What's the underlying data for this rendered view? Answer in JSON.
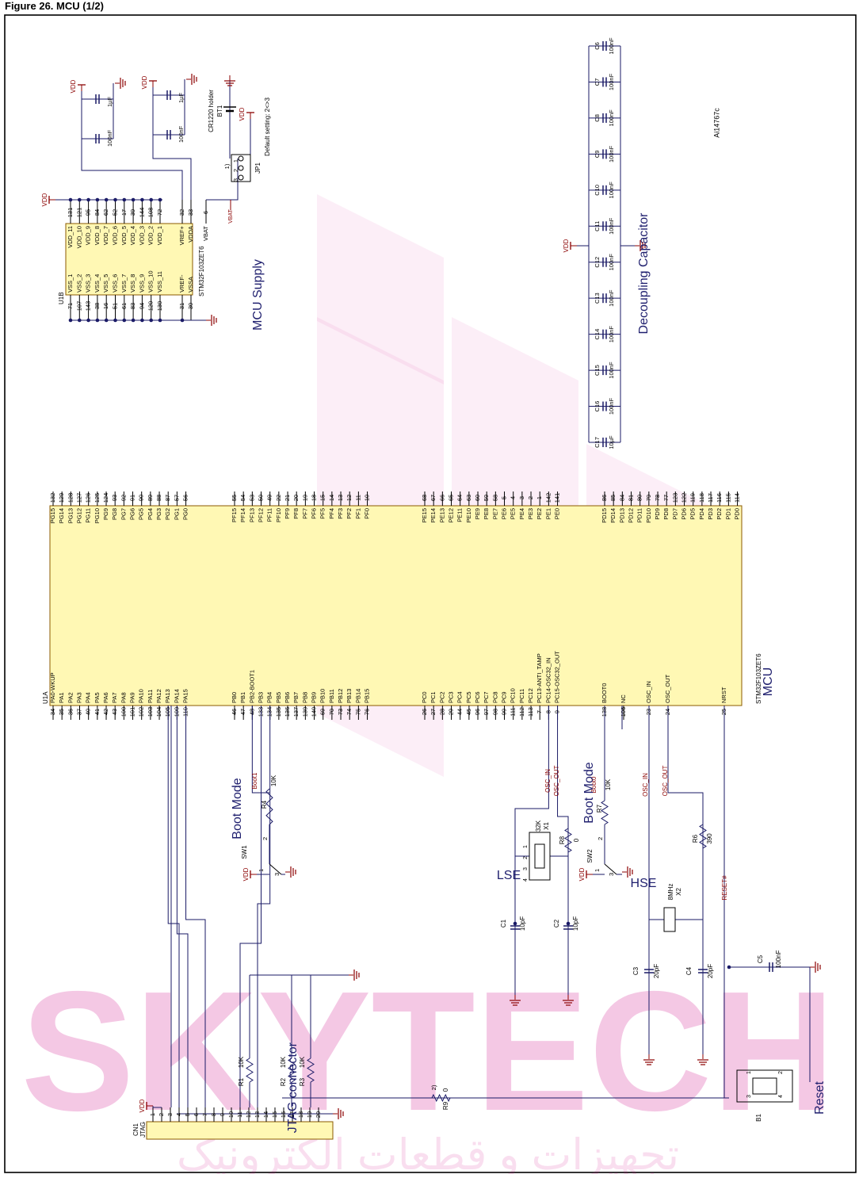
{
  "figure": {
    "title": "Figure 26. MCU (1/2)",
    "ref": "Ai14767c",
    "colors": {
      "wire": "#1a1a66",
      "netlabel": "#8b0000",
      "chip": "#fff8b4",
      "chipStroke": "#8b5a00",
      "title": "#1f1f6e",
      "watermark": "#d20a8a"
    }
  },
  "watermark": {
    "text": "SKYTECH",
    "subtext": "تجهیزات و قطعات الکترونیک"
  },
  "sections": {
    "supply": "MCU Supply",
    "decoupling": "Decoupling Capacitor",
    "mcu": "MCU",
    "jtag": "JTAG connector",
    "boot1": "Boot Mode",
    "boot0": "Boot Mode",
    "lse": "LSE",
    "hse": "HSE",
    "reset": "Reset"
  },
  "u1a": {
    "ref": "U1A",
    "part": "STM32F103ZET6",
    "left": [
      [
        "PA0-WKUP",
        "34"
      ],
      [
        "PA1",
        "35"
      ],
      [
        "PA2",
        "36"
      ],
      [
        "PA3",
        "37"
      ],
      [
        "PA4",
        "40"
      ],
      [
        "PA5",
        "41"
      ],
      [
        "PA6",
        "42"
      ],
      [
        "PA7",
        "43"
      ],
      [
        "PA8",
        "100"
      ],
      [
        "PA9",
        "101"
      ],
      [
        "PA10",
        "102"
      ],
      [
        "PA11",
        "103"
      ],
      [
        "PA12",
        "104"
      ],
      [
        "PA13",
        "105"
      ],
      [
        "PA14",
        "109"
      ],
      [
        "PA15",
        "110"
      ],
      [
        "PB0",
        "46"
      ],
      [
        "PB1",
        "47"
      ],
      [
        "PB2-BOOT1",
        "48"
      ],
      [
        "PB3",
        "133"
      ],
      [
        "PB4",
        "134"
      ],
      [
        "PB5",
        "135"
      ],
      [
        "PB6",
        "136"
      ],
      [
        "PB7",
        "137"
      ],
      [
        "PB8",
        "139"
      ],
      [
        "PB9",
        "140"
      ],
      [
        "PB10",
        "69"
      ],
      [
        "PB11",
        "70"
      ],
      [
        "PB12",
        "73"
      ],
      [
        "PB13",
        "74"
      ],
      [
        "PB14",
        "75"
      ],
      [
        "PB15",
        "76"
      ],
      [
        "PC0",
        "26"
      ],
      [
        "PC1",
        "27"
      ],
      [
        "PC2",
        "28"
      ],
      [
        "PC3",
        "29"
      ],
      [
        "PC4",
        "44"
      ],
      [
        "PC5",
        "45"
      ],
      [
        "PC6",
        "96"
      ],
      [
        "PC7",
        "97"
      ],
      [
        "PC8",
        "98"
      ],
      [
        "PC9",
        "99"
      ],
      [
        "PC10",
        "111"
      ],
      [
        "PC11",
        "112"
      ],
      [
        "PC12",
        "113"
      ],
      [
        "PC13-ANTI_TAMP",
        "7"
      ],
      [
        "PC14-OSC32_IN",
        "8"
      ],
      [
        "PC15-OSC32_OUT",
        "9"
      ],
      [
        "BOOT0",
        "138"
      ],
      [
        "NC",
        "106"
      ],
      [
        "OSC_IN",
        "23"
      ],
      [
        "OSC_OUT",
        "24"
      ],
      [
        "NRST",
        "25"
      ]
    ],
    "right": [
      [
        "PG15",
        "132"
      ],
      [
        "PG14",
        "129"
      ],
      [
        "PG13",
        "128"
      ],
      [
        "PG12",
        "127"
      ],
      [
        "PG11",
        "126"
      ],
      [
        "PG10",
        "125"
      ],
      [
        "PG9",
        "124"
      ],
      [
        "PG8",
        "93"
      ],
      [
        "PG7",
        "92"
      ],
      [
        "PG6",
        "91"
      ],
      [
        "PG5",
        "90"
      ],
      [
        "PG4",
        "89"
      ],
      [
        "PG3",
        "88"
      ],
      [
        "PG2",
        "87"
      ],
      [
        "PG1",
        "57"
      ],
      [
        "PG0",
        "56"
      ],
      [
        "PF15",
        "55"
      ],
      [
        "PF14",
        "54"
      ],
      [
        "PF13",
        "53"
      ],
      [
        "PF12",
        "50"
      ],
      [
        "PF11",
        "49"
      ],
      [
        "PF10",
        "22"
      ],
      [
        "PF9",
        "21"
      ],
      [
        "PF8",
        "20"
      ],
      [
        "PF7",
        "19"
      ],
      [
        "PF6",
        "18"
      ],
      [
        "PF5",
        "15"
      ],
      [
        "PF4",
        "14"
      ],
      [
        "PF3",
        "13"
      ],
      [
        "PF2",
        "12"
      ],
      [
        "PF1",
        "11"
      ],
      [
        "PF0",
        "10"
      ],
      [
        "PE15",
        "68"
      ],
      [
        "PE14",
        "67"
      ],
      [
        "PE13",
        "66"
      ],
      [
        "PE12",
        "65"
      ],
      [
        "PE11",
        "64"
      ],
      [
        "PE10",
        "63"
      ],
      [
        "PE9",
        "60"
      ],
      [
        "PE8",
        "59"
      ],
      [
        "PE7",
        "58"
      ],
      [
        "PE6",
        "5"
      ],
      [
        "PE5",
        "4"
      ],
      [
        "PE4",
        "3"
      ],
      [
        "PE3",
        "2"
      ],
      [
        "PE2",
        "1"
      ],
      [
        "PE1",
        "142"
      ],
      [
        "PE0",
        "141"
      ],
      [
        "PD15",
        "86"
      ],
      [
        "PD14",
        "85"
      ],
      [
        "PD13",
        "84"
      ],
      [
        "PD12",
        "81"
      ],
      [
        "PD11",
        "80"
      ],
      [
        "PD10",
        "79"
      ],
      [
        "PD9",
        "78"
      ],
      [
        "PD8",
        "77"
      ],
      [
        "PD7",
        "123"
      ],
      [
        "PD6",
        "122"
      ],
      [
        "PD5",
        "119"
      ],
      [
        "PD4",
        "118"
      ],
      [
        "PD3",
        "117"
      ],
      [
        "PD2",
        "116"
      ],
      [
        "PD1",
        "115"
      ],
      [
        "PD0",
        "114"
      ]
    ]
  },
  "u1b": {
    "ref": "U1B",
    "part": "STM32F103ZET6",
    "left": [
      [
        "VSS_1",
        "71"
      ],
      [
        "VSS_2",
        "107"
      ],
      [
        "VSS_3",
        "143"
      ],
      [
        "VSS_4",
        "38"
      ],
      [
        "VSS_5",
        "16"
      ],
      [
        "VSS_6",
        "51"
      ],
      [
        "VSS_7",
        "61"
      ],
      [
        "VSS_8",
        "83"
      ],
      [
        "VSS_9",
        "94"
      ],
      [
        "VSS_10",
        "120"
      ],
      [
        "VSS_11",
        "130"
      ],
      [
        "VREF-",
        "31"
      ],
      [
        "VSSA",
        "30"
      ]
    ],
    "right": [
      [
        "VDD_11",
        "131"
      ],
      [
        "VDD_10",
        "121"
      ],
      [
        "VDD_9",
        "95"
      ],
      [
        "VDD_8",
        "84"
      ],
      [
        "VDD_7",
        "62"
      ],
      [
        "VDD_6",
        "52"
      ],
      [
        "VDD_5",
        "17"
      ],
      [
        "VDD_4",
        "39"
      ],
      [
        "VDD_3",
        "144"
      ],
      [
        "VDD_2",
        "108"
      ],
      [
        "VDD_1",
        "72"
      ],
      [
        "VREF+",
        "32"
      ],
      [
        "VDDA",
        "33"
      ],
      [
        "VBAT",
        "6"
      ]
    ]
  },
  "decoupling": {
    "caps": [
      [
        "C6",
        "100nF"
      ],
      [
        "C7",
        "100nF"
      ],
      [
        "C8",
        "100nF"
      ],
      [
        "C9",
        "100nF"
      ],
      [
        "C10",
        "100nF"
      ],
      [
        "C11",
        "100nF"
      ],
      [
        "C12",
        "100nF"
      ],
      [
        "C13",
        "100nF"
      ],
      [
        "C14",
        "100nF"
      ],
      [
        "C15",
        "100nF"
      ],
      [
        "C16",
        "100nF"
      ],
      [
        "C17",
        "10µF"
      ]
    ]
  },
  "supply": {
    "vdd": "VDD",
    "caps": [
      {
        "ref": "",
        "val": "100nF"
      },
      {
        "ref": "",
        "val": "1µF"
      },
      {
        "ref": "",
        "val": "100nF"
      },
      {
        "ref": "",
        "val": "1µF"
      }
    ],
    "battery": {
      "holder": "CR1220 holder",
      "ref": "BT1"
    },
    "jumper": {
      "ref": "JP1",
      "note": "Default setting: 2<>3",
      "pins": [
        "1",
        "2",
        "3"
      ],
      "mark": "1)"
    },
    "vbat": "VBAT"
  },
  "jtag": {
    "ref": "CN1",
    "name": "JTAG",
    "pins": [
      "1",
      "2",
      "3",
      "4",
      "5",
      "6",
      "7",
      "8",
      "9",
      "10",
      "11",
      "12",
      "13",
      "14",
      "15",
      "16",
      "17",
      "18",
      "19",
      "20"
    ],
    "resistors": [
      [
        "R1",
        "10K"
      ],
      [
        "R2",
        "10K"
      ],
      [
        "R3",
        "10K"
      ]
    ]
  },
  "boot": {
    "sw1": {
      "ref": "SW1",
      "pins": [
        "1",
        "2",
        "3"
      ],
      "net": "Boot1",
      "r": "R4",
      "rv": "10K"
    },
    "sw2": {
      "ref": "SW2",
      "pins": [
        "1",
        "2",
        "3"
      ],
      "net": "Boot0",
      "r": "R7",
      "rv": "10K"
    }
  },
  "lse": {
    "x": "X1",
    "xv": "32K",
    "c1": "C1",
    "c1v": "10pF",
    "c2": "C2",
    "c2v": "10pF",
    "r": "R8",
    "rv": "0",
    "nets": [
      "OSC_IN",
      "OSC_OUT"
    ],
    "pins": [
      "1",
      "2",
      "3",
      "4"
    ]
  },
  "hse": {
    "x": "X2",
    "xv": "8MHz",
    "c3": "C3",
    "c3v": "20pF",
    "c4": "C4",
    "c4v": "20pF",
    "r": "R6",
    "rv": "390",
    "nets": [
      "OSC_IN",
      "OSC_OUT"
    ]
  },
  "reset": {
    "b": "B1",
    "c": "C5",
    "cv": "100nF",
    "r": "R9",
    "rv": "0",
    "net": "RESET#",
    "mark": "2)",
    "pins": [
      "1",
      "2",
      "3",
      "4"
    ]
  }
}
